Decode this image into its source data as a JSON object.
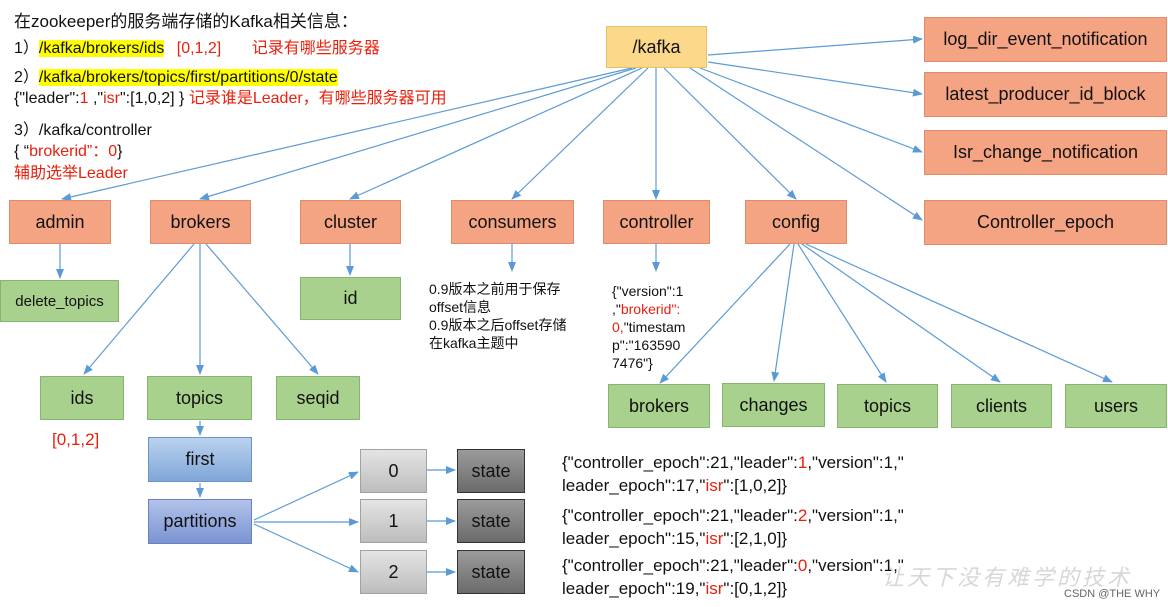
{
  "notes": {
    "heading": "在zookeeper的服务端存储的Kafka相关信息：",
    "n1_prefix": "1）",
    "n1_path": "/kafka/brokers/ids",
    "n1_value": "[0,1,2]",
    "n1_comment": "记录有哪些服务器",
    "n2_prefix": "2）",
    "n2_path": "/kafka/brokers/topics/first/partitions/0/state",
    "n2_json_open": "{\"leader\":",
    "n2_leader": "1",
    "n2_sep": " ,\"",
    "n2_isr_key": "isr",
    "n2_json_close": "\":[1,0,2] }",
    "n2_comment": "记录谁是Leader，有哪些服务器可用",
    "n3_line": "3）/kafka/controller",
    "n3_open": "{ “",
    "n3_value": "brokerid”：0",
    "n3_close": "}",
    "n3_comment": "辅助选举Leader"
  },
  "nodes": {
    "root": "/kafka",
    "log_dir": "log_dir_event_notification",
    "latest_pid": "latest_producer_id_block",
    "isr_change": "Isr_change_notification",
    "controller_epoch": "Controller_epoch",
    "admin": "admin",
    "brokers": "brokers",
    "cluster": "cluster",
    "consumers": "consumers",
    "controller": "controller",
    "config": "config",
    "delete_topics": "delete_topics",
    "cluster_id": "id",
    "ids": "ids",
    "ids_value": "[0,1,2]",
    "topics": "topics",
    "seqid": "seqid",
    "first": "first",
    "partitions": "partitions",
    "p0": "0",
    "p1": "1",
    "p2": "2",
    "state0": "state",
    "state1": "state",
    "state2": "state",
    "config_brokers": "brokers",
    "config_changes": "changes",
    "config_topics": "topics",
    "config_clients": "clients",
    "config_users": "users"
  },
  "consumers_note": {
    "l1": "0.9版本之前用于保存",
    "l2": "offset信息",
    "l3": "0.9版本之后offset存储",
    "l4": "在kafka主题中"
  },
  "controller_note": {
    "l1": "{\"version\":1",
    "l2a": ",\"",
    "l2b": "brokerid\":",
    "l3a": "0,",
    "l3b": "\"timestam",
    "l4": "p\":\"163590",
    "l5": "7476\"}"
  },
  "states": [
    {
      "l1a": "{\"controller_epoch\":21,\"leader\":",
      "leader": "1",
      "l1b": ",\"version\":1,\"",
      "l2a": "leader_epoch\":17,\"",
      "isr_key": "isr",
      "l2b": "\":[1,0,2]}"
    },
    {
      "l1a": "{\"controller_epoch\":21,\"leader\":",
      "leader": "2",
      "l1b": ",\"version\":1,\"",
      "l2a": "leader_epoch\":15,\"",
      "isr_key": "isr",
      "l2b": "\":[2,1,0]}"
    },
    {
      "l1a": "{\"controller_epoch\":21,\"leader\":",
      "leader": "0",
      "l1b": ",\"version\":1,\"",
      "l2a": "leader_epoch\":19,\"",
      "isr_key": "isr",
      "l2b": "\":[0,1,2]}"
    }
  ],
  "watermark": "让天下没有难学的技术",
  "credit": "CSDN @THE WHY",
  "colors": {
    "edge": "#5b9bd5",
    "highlight": "#ffff00",
    "red_text": "#e8200e"
  }
}
